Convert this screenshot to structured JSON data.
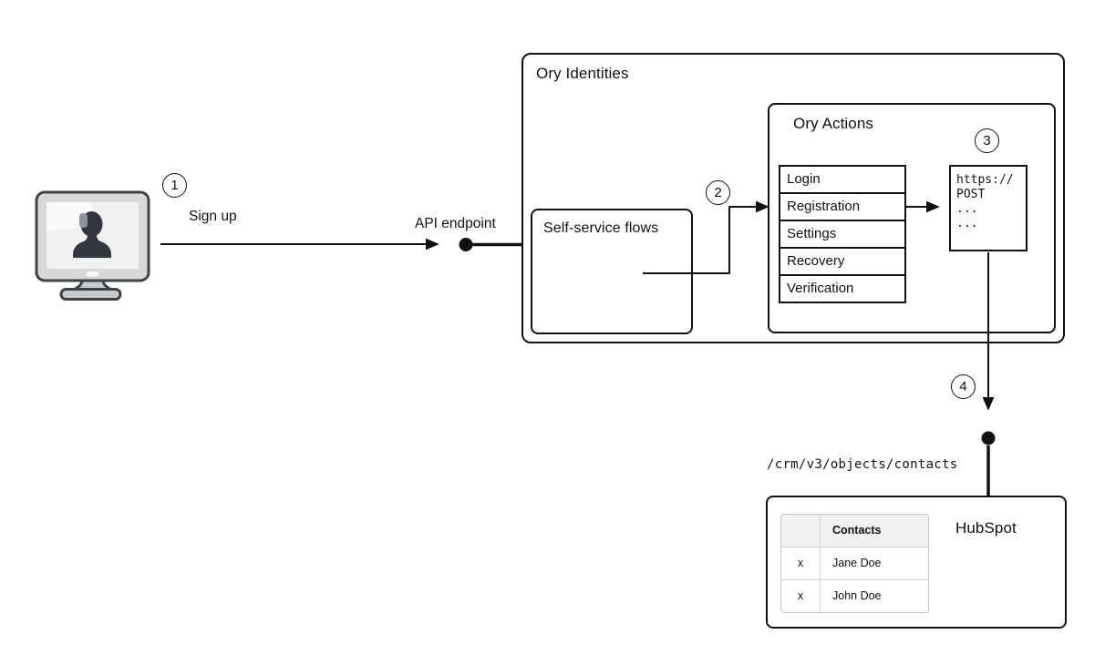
{
  "labels": {
    "sign_up": "Sign up",
    "api_endpoint": "API endpoint",
    "crm_path": "/crm/v3/objects/contacts"
  },
  "steps": [
    "1",
    "2",
    "3",
    "4"
  ],
  "ory_identities": {
    "title": "Ory Identities",
    "self_service_flows": {
      "title": "Self-service flows"
    },
    "ory_actions": {
      "title": "Ory Actions",
      "flows": [
        "Login",
        "Registration",
        "Settings",
        "Recovery",
        "Verification"
      ],
      "webhook_code": [
        "https://",
        "POST",
        "...",
        "..."
      ]
    }
  },
  "hubspot": {
    "title": "HubSpot",
    "contacts_table": {
      "header": [
        "",
        "Contacts"
      ],
      "rows": [
        [
          "x",
          "Jane Doe"
        ],
        [
          "x",
          "John Doe"
        ]
      ]
    }
  },
  "icons": {
    "user_terminal": "user-computer-icon",
    "endpoint_dot": "endpoint-node-dot"
  },
  "colors": {
    "line": "#111111",
    "box_border": "#111111",
    "background": "#ffffff",
    "table_border": "#c6c6c6",
    "table_header_bg": "#f0f0f0",
    "icon_frame": "#d7d8d9",
    "icon_screen": "#f0f1f1",
    "icon_silhouette": "#31373c",
    "icon_stand": "#c9cacb"
  }
}
